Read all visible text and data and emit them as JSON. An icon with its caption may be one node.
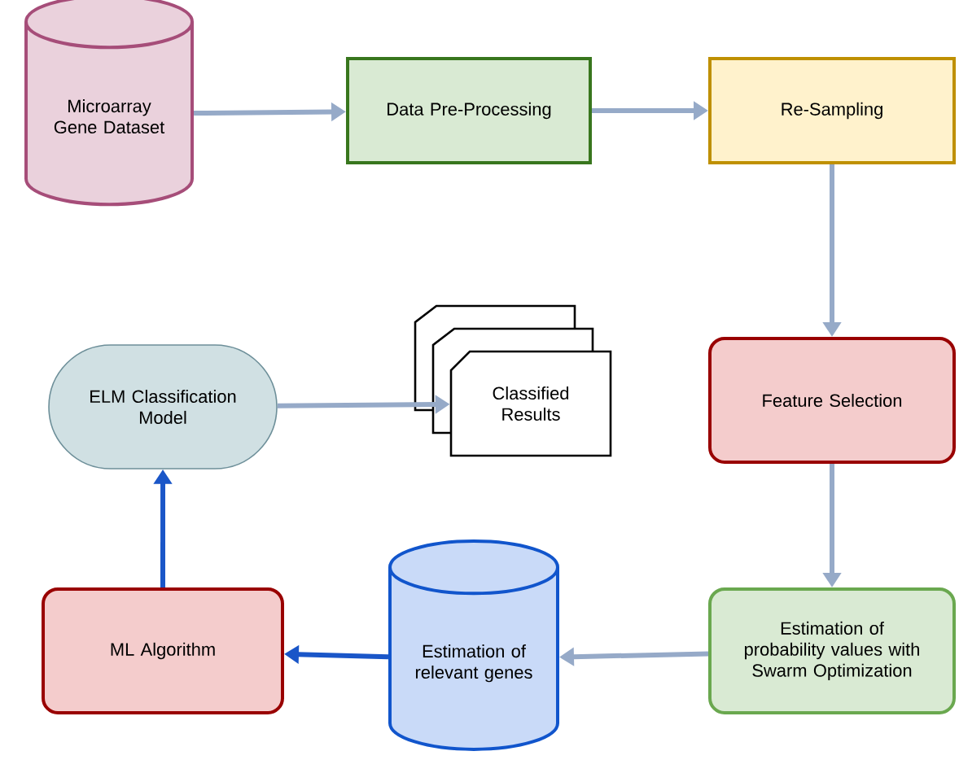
{
  "diagram": {
    "nodes": [
      {
        "text": [
          "Microarray Gene Dataset"
        ]
      },
      {
        "text": [
          "Data Pre-Processing"
        ]
      },
      {
        "text": [
          "Re-Sampling"
        ]
      },
      {
        "text": [
          "Feature Selection"
        ]
      },
      {
        "text": [
          "Estimation of probability values with Swarm Optimization"
        ]
      },
      {
        "text": [
          "Estimation of relevant genes"
        ]
      },
      {
        "text": [
          "ML Algorithm"
        ]
      },
      {
        "text": [
          "ELM Classification Model"
        ]
      },
      {
        "text": [
          "Classified Results"
        ]
      }
    ],
    "edges": [
      {
        "from": 0,
        "to": 1,
        "arrow": "to"
      },
      {
        "from": 1,
        "to": 2,
        "arrow": "to"
      },
      {
        "from": 2,
        "to": 3,
        "arrow": "to"
      },
      {
        "from": 3,
        "to": 4,
        "arrow": "to"
      },
      {
        "from": 4,
        "to": 5,
        "arrow": "to"
      },
      {
        "from": 5,
        "to": 6,
        "arrow": "to",
        "color": "#1a56c8"
      },
      {
        "from": 6,
        "to": 7,
        "arrow": "to",
        "color": "#1a56c8"
      },
      {
        "from": 7,
        "to": 8,
        "arrow": "to"
      }
    ]
  }
}
